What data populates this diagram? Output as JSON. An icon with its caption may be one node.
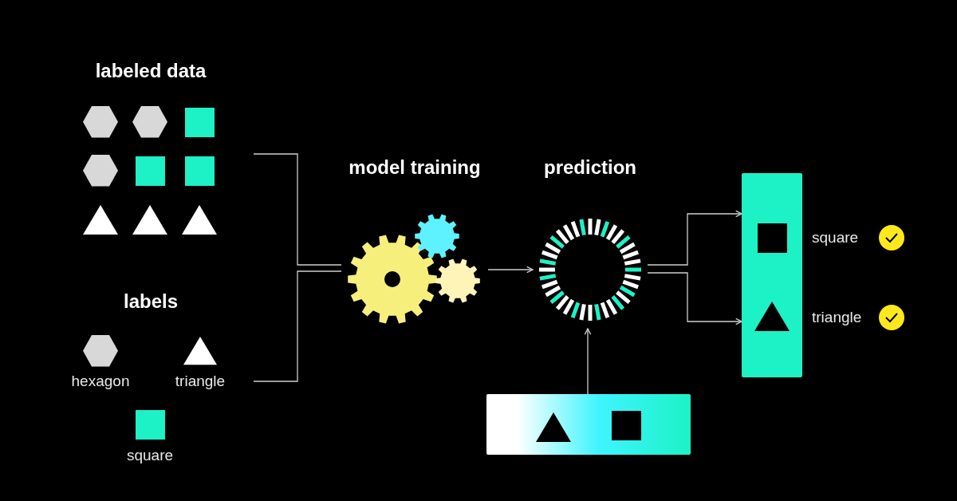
{
  "diagram": {
    "nodes": [
      {
        "text": [
          "labeled data"
        ]
      },
      {
        "text": [
          "labels",
          "hexagon",
          "triangle",
          "square"
        ]
      },
      {
        "text": [
          "model training"
        ]
      },
      {
        "text": [
          "prediction"
        ]
      },
      {
        "text": [],
        "shape": "bar"
      },
      {
        "text": [],
        "shape": "box",
        "beside": [
          "square",
          "triangle"
        ]
      }
    ],
    "edges": [
      {
        "from": 0,
        "to": 2,
        "arrow": "none"
      },
      {
        "from": 1,
        "to": 2,
        "arrow": "none"
      },
      {
        "from": 2,
        "to": 3,
        "arrow": "to"
      },
      {
        "from": 4,
        "to": 3,
        "arrow": "to"
      },
      {
        "from": 3,
        "to": 5,
        "arrow": "to"
      },
      {
        "from": 3,
        "to": 5,
        "arrow": "to"
      }
    ]
  }
}
